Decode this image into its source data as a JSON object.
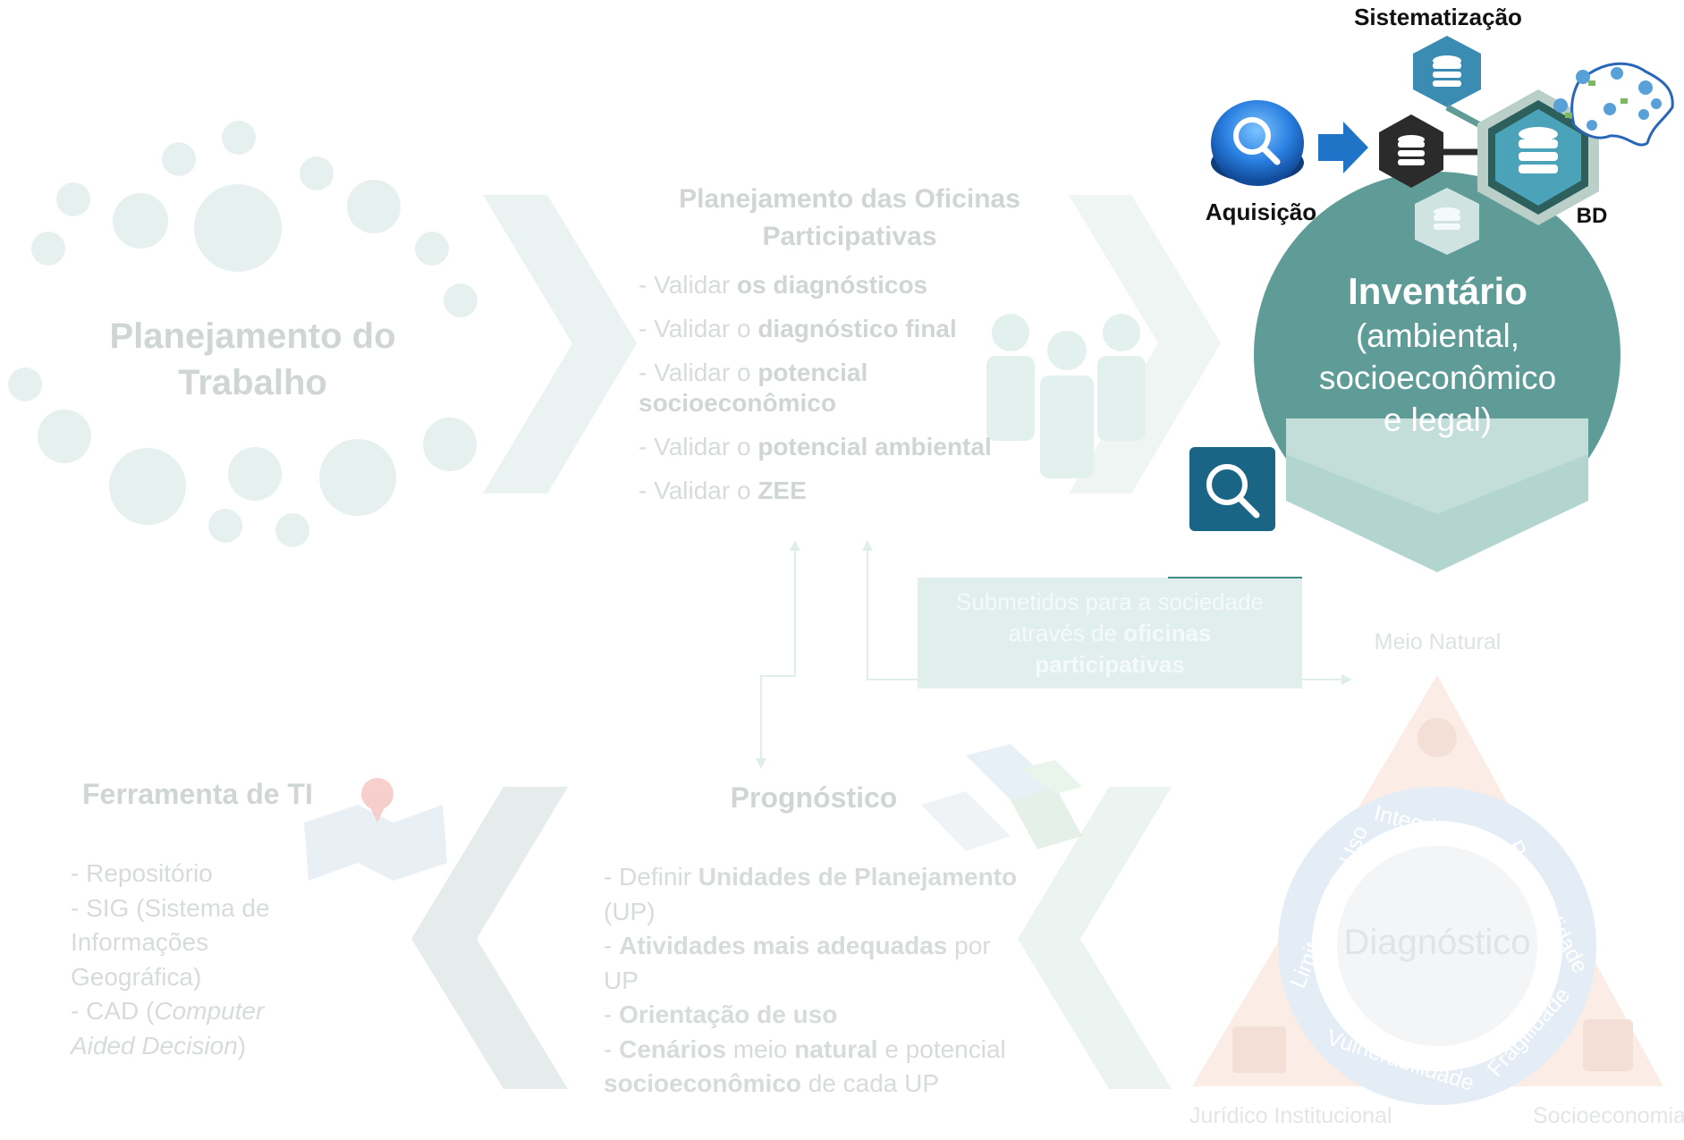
{
  "planejamento_trabalho": {
    "title_line1": "Planejamento do",
    "title_line2": "Trabalho"
  },
  "oficinas": {
    "title_line1": "Planejamento das Oficinas",
    "title_line2": "Participativas",
    "items": [
      {
        "prefix": "- Validar ",
        "bold": "os diagnósticos",
        "suffix": ""
      },
      {
        "prefix": "- Validar o ",
        "bold": "diagnóstico final",
        "suffix": ""
      },
      {
        "prefix": "- Validar o ",
        "bold": "potencial",
        "suffix": ""
      },
      {
        "prefix": "",
        "bold": "socioeconômico",
        "suffix": ""
      },
      {
        "prefix": "- Validar o ",
        "bold": "potencial ambiental",
        "suffix": ""
      },
      {
        "prefix": "- Validar o ",
        "bold": "ZEE",
        "suffix": ""
      }
    ]
  },
  "inventario": {
    "title": "Inventário",
    "line1": "(ambiental,",
    "line2": "socioeconômico",
    "line3": "e legal)",
    "label_sistematizacao": "Sistematização",
    "label_aquisicao": "Aquisição",
    "label_bd": "BD"
  },
  "submetidos": {
    "line1": "Submetidos para a sociedade",
    "line2_prefix": "através de ",
    "line2_bold": "oficinas",
    "line3_bold": "participativas"
  },
  "diagnostico": {
    "center": "Diagnóstico",
    "top_label": "Meio Natural",
    "left_label": "Jurídico Institucional",
    "right_label": "Socioeconomia",
    "ring_integridade": "Integridade",
    "ring_potencialidade": "Potencialidade",
    "ring_fragilidade": "Fragilidade",
    "ring_vulnerabilidade": "Vulnerabilidade",
    "ring_limitacao": "Limitação de Uso"
  },
  "prognostico": {
    "title": "Prognóstico",
    "l1_prefix": "- Definir ",
    "l1_bold": "Unidades de Planejamento",
    "l2": "(UP)",
    "l3_prefix": "- ",
    "l3_bold": "Atividades mais adequadas",
    "l3_suffix": " por",
    "l4": "UP",
    "l5_prefix": "- ",
    "l5_bold": "Orientação de uso",
    "l6_prefix": "- ",
    "l6_bold": "Cenários",
    "l6_mid": " meio ",
    "l6_bold2": "natural",
    "l6_suffix": " e potencial",
    "l7_bold": "socioeconômico",
    "l7_suffix": " de cada UP"
  },
  "ferramenta": {
    "title": "Ferramenta de TI",
    "l1": "- Repositório",
    "l2": "- SIG (Sistema de",
    "l3": "Informações",
    "l4": "Geográfica)",
    "l5_prefix": "- CAD (",
    "l5_italic": "Computer",
    "l6_italic": "Aided Decision",
    "l6_suffix": ")"
  },
  "colors": {
    "teal": "#5b9a95",
    "teal_dark": "#2e7b78",
    "hex_blue": "#3e8eb0",
    "hex_dark": "#2b2b2b",
    "arrow_blue": "#1f74c8",
    "search_tile": "#1a6585"
  }
}
